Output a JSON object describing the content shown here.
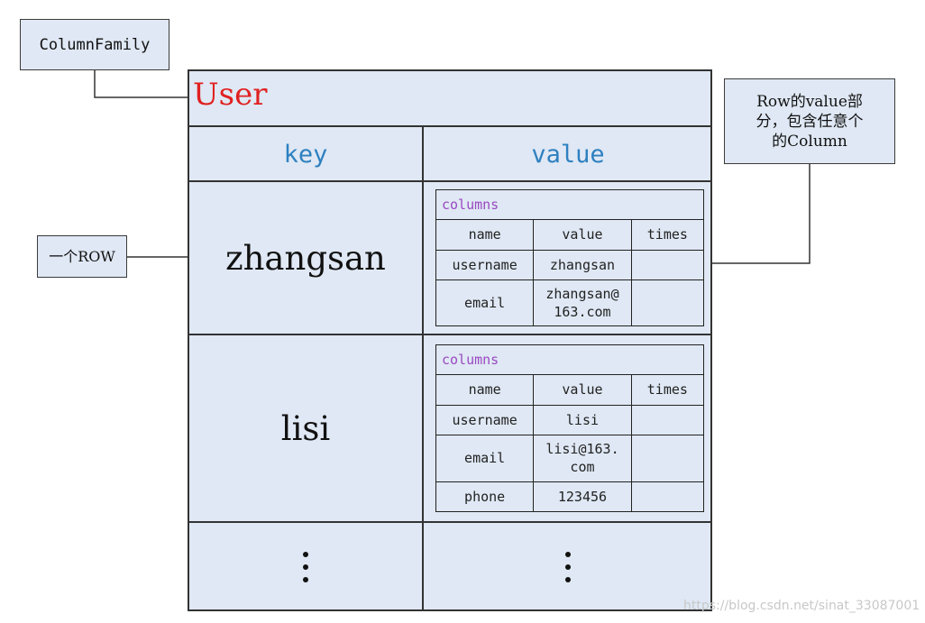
{
  "callouts": {
    "column_family": "ColumnFamily",
    "one_row": "一个ROW",
    "row_value_lines": [
      "Row的value部",
      "分，包含任意个",
      "的Column"
    ]
  },
  "table": {
    "name": "User",
    "header": {
      "key": "key",
      "value": "value"
    },
    "rows": [
      {
        "key": "zhangsan",
        "columns_label": "columns",
        "col_headers": [
          "name",
          "value",
          "times"
        ],
        "columns": [
          {
            "name": "username",
            "value": "zhangsan",
            "times": ""
          },
          {
            "name": "email",
            "value_lines": [
              "zhangsan@",
              "163.com"
            ],
            "times": ""
          }
        ]
      },
      {
        "key": "lisi",
        "columns_label": "columns",
        "col_headers": [
          "name",
          "value",
          "times"
        ],
        "columns": [
          {
            "name": "username",
            "value": "lisi",
            "times": ""
          },
          {
            "name": "email",
            "value_lines": [
              "lisi@163.",
              "com"
            ],
            "times": ""
          },
          {
            "name": "phone",
            "value": "123456",
            "times": ""
          }
        ]
      }
    ],
    "continuation": "⋮"
  },
  "watermark": "https://blog.csdn.net/sinat_33087001",
  "colors": {
    "box_fill": "#dfe8f4",
    "title_red": "#e02020",
    "header_blue": "#2e80c0",
    "columns_purple": "#9a49c2"
  }
}
